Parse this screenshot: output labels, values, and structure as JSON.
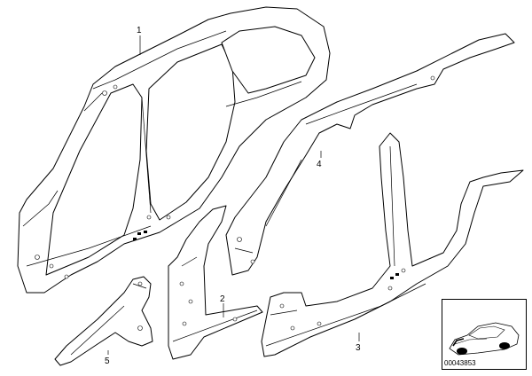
{
  "diagram": {
    "callouts": [
      {
        "id": "part-1",
        "label": "1"
      },
      {
        "id": "part-2",
        "label": "2"
      },
      {
        "id": "part-3",
        "label": "3"
      },
      {
        "id": "part-4",
        "label": "4"
      },
      {
        "id": "part-5",
        "label": "5"
      }
    ],
    "image_code": "00043853"
  },
  "colors": {
    "line": "#000000",
    "background": "#ffffff"
  }
}
